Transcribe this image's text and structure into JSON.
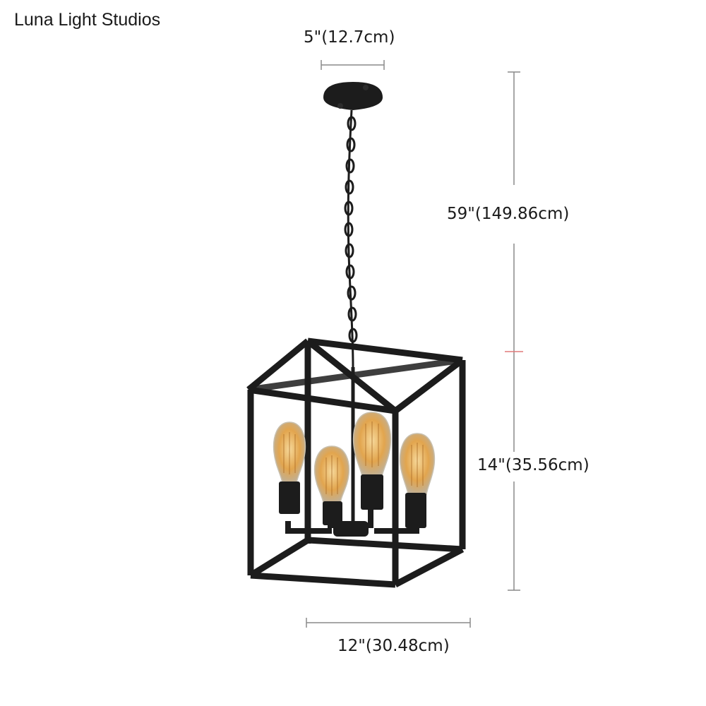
{
  "brand": {
    "name": "Luna Light Studios"
  },
  "dimensions": {
    "canopy_width": "5\"(12.7cm)",
    "overall_height": "59\"(149.86cm)",
    "cage_height": "14\"(35.56cm)",
    "cage_width": "12\"(30.48cm)"
  },
  "colors": {
    "background": "#ffffff",
    "frame": "#1c1c1c",
    "dimension_line": "#8a8a8a",
    "center_mark": "#e07a7a",
    "bulb_glow": "#e9b560",
    "text": "#1a1a1a"
  },
  "icons": {
    "bulbs": [
      "edison-bulb-icon",
      "edison-bulb-icon",
      "edison-bulb-icon",
      "edison-bulb-icon"
    ]
  }
}
